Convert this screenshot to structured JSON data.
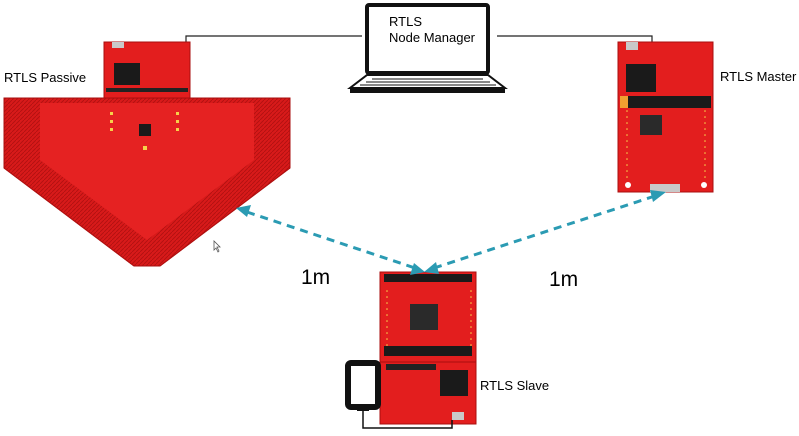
{
  "laptop": {
    "line1": "RTLS",
    "line2": "Node Manager"
  },
  "nodes": {
    "passive": "RTLS Passive",
    "master": "RTLS Master",
    "slave": "RTLS Slave"
  },
  "distances": {
    "left": "1m",
    "right": "1m"
  },
  "colors": {
    "board_red": "#e31e1e",
    "board_dark": "#b30f0f",
    "arrow_teal": "#2b9bb3"
  }
}
